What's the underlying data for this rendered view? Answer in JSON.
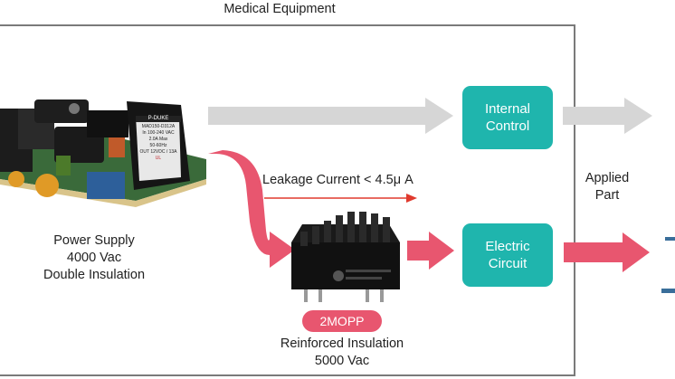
{
  "frame": {
    "title": "Medical Equipment"
  },
  "boxes": {
    "internal_control": {
      "line1": "Internal",
      "line2": "Control"
    },
    "electric_circuit": {
      "line1": "Electric",
      "line2": "Circuit"
    }
  },
  "labels": {
    "leakage": "Leakage Current < 4.5μ A",
    "applied_part_1": "Applied",
    "applied_part_2": "Part",
    "power_supply_1": "Power Supply",
    "power_supply_2": "4000 Vac",
    "power_supply_3": "Double Insulation",
    "badge": "2MOPP",
    "reinforced_1": "Reinforced Insulation",
    "reinforced_2": "5000 Vac"
  },
  "product_print": {
    "brand": "P-DUKE",
    "model": "MAD150-D312A",
    "specs_1": "In 100-240 VAC",
    "specs_2": "2.0A Max",
    "specs_3": "50-60Hz",
    "specs_4": "OUT 12VDC / 13A",
    "cert": "UL"
  },
  "colors": {
    "teal": "#1fb5ad",
    "gray_arrow": "#d6d6d6",
    "pink_arrow": "#e8566f",
    "red_line": "#e03a2e",
    "frame": "#7a7a7a"
  }
}
